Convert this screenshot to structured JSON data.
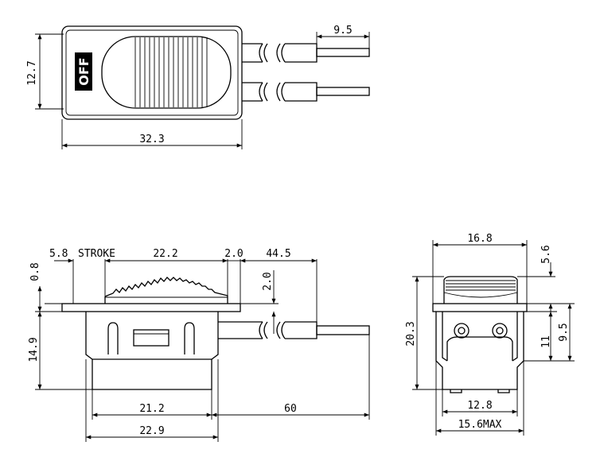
{
  "top_view": {
    "off_label": "OFF",
    "dim_wire_length": "9.5",
    "dim_height": "12.7",
    "dim_length": "32.3"
  },
  "side_view": {
    "dim_flange": "0.8",
    "dim_stroke_value": "5.8",
    "dim_stroke_label": "STROKE",
    "dim_knob_width": "22.2",
    "dim_gap": "2.0",
    "dim_lead": "44.5",
    "dim_knob_height": "2.0",
    "dim_body_height": "14.9",
    "dim_body_width": "21.2",
    "dim_wire_total": "60",
    "dim_overall_width": "22.9"
  },
  "end_view": {
    "dim_top_width": "16.8",
    "dim_knob_top": "5.6",
    "dim_overall_height": "20.3",
    "dim_lower_a": "11",
    "dim_lower_b": "9.5",
    "dim_bottom_width": "12.8",
    "dim_max_width": "15.6MAX"
  }
}
